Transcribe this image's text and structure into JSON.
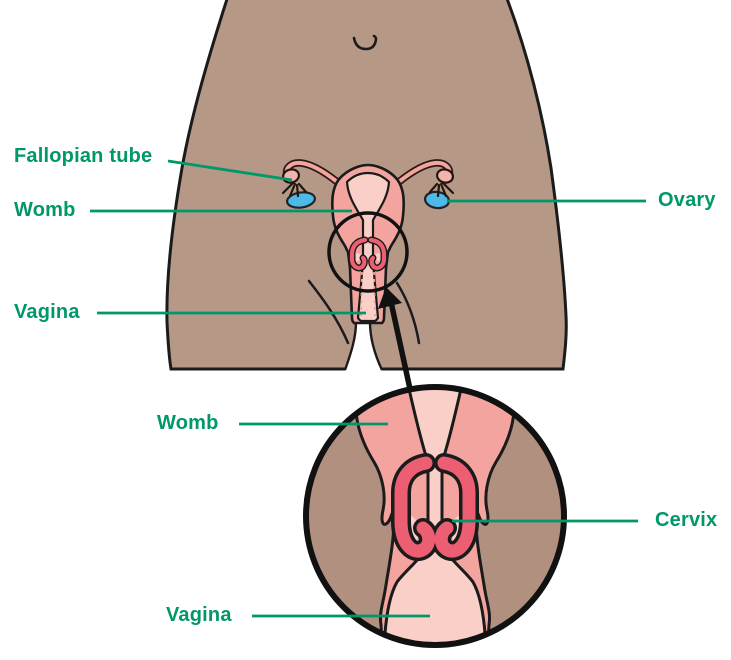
{
  "figure": {
    "description": "Medical diagram of the female reproductive system inside a torso outline, with a magnified circular inset showing the cervix",
    "colors": {
      "label_green": "#009769",
      "skin": "#b69887",
      "inset_background": "#b19080",
      "organ_pink": "#f3a49e",
      "inner_pink": "#f9cfc8",
      "cervix_red": "#ec5e72",
      "ovary_blue": "#4db9e9",
      "tube_bulb_pink": "#f5b3ad",
      "outline_black": "#1b1b1b"
    },
    "torso_view": {
      "labels": [
        {
          "text": "Fallopian tube",
          "side": "left"
        },
        {
          "text": "Womb",
          "side": "left"
        },
        {
          "text": "Vagina",
          "side": "left"
        },
        {
          "text": "Ovary",
          "side": "right"
        }
      ]
    },
    "inset_view": {
      "labels": [
        {
          "text": "Womb",
          "side": "left"
        },
        {
          "text": "Cervix",
          "side": "right"
        },
        {
          "text": "Vagina",
          "side": "left"
        }
      ]
    }
  }
}
